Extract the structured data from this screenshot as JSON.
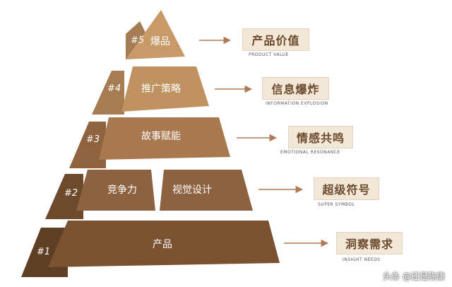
{
  "levels": [
    {
      "num": "#1",
      "labels": [
        "产品"
      ],
      "box": "洞察需求",
      "box_sub": "INSIGHT NEEDS",
      "color": "#7a5230"
    },
    {
      "num": "#2",
      "labels": [
        "竞争力",
        "视觉设计"
      ],
      "box": "超级符号",
      "box_sub": "SUPER SYMBOL",
      "color": "#8c6240"
    },
    {
      "num": "#3",
      "labels": [
        "故事赋能"
      ],
      "box": "情感共鸣",
      "box_sub": "EMOTIONAL RESONANCE",
      "color": "#a8784e"
    },
    {
      "num": "#4",
      "labels": [
        "推广策略"
      ],
      "box": "信息爆炸",
      "box_sub": "INFORMATION EXPLOSION",
      "color": "#c0925f"
    },
    {
      "num": "#5",
      "labels": [
        "爆品"
      ],
      "box": "产品价值",
      "box_sub": "PRODUCT VALUE",
      "color": "#c79a68"
    }
  ],
  "watermark": "头条 @还是陈康"
}
